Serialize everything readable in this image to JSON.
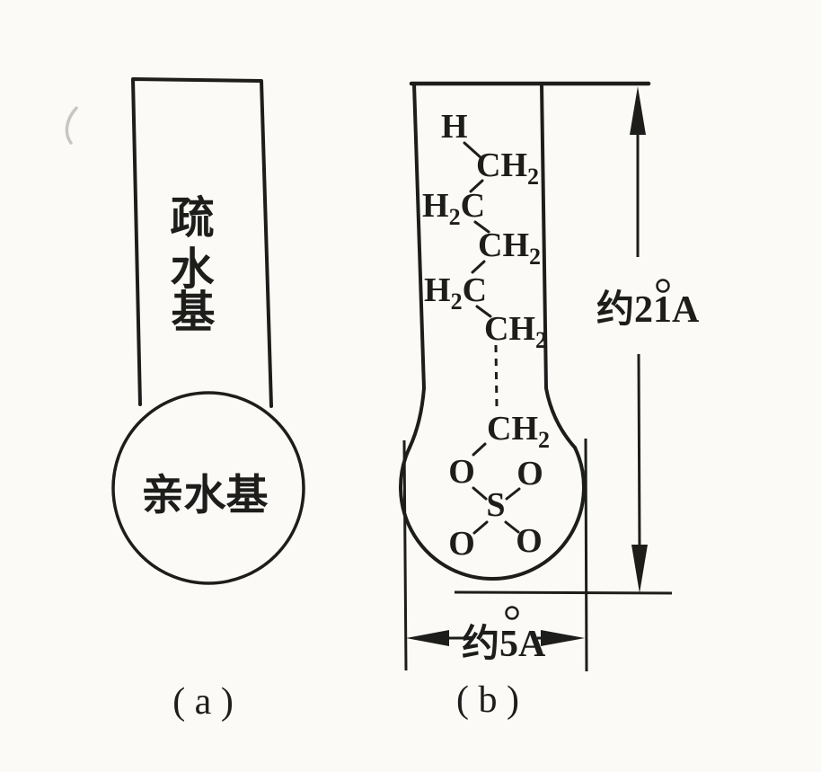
{
  "figure": {
    "captions": {
      "a": "( a )",
      "b": "( b )"
    },
    "panel_a": {
      "hydrophobic_chars": [
        "疏",
        "水",
        "基"
      ],
      "hydrophilic_label": "亲水基"
    },
    "panel_b": {
      "chain": [
        {
          "atom": "H"
        },
        {
          "main": "CH",
          "sub": "2"
        },
        {
          "pre": "H",
          "presub": "2",
          "main": "C"
        },
        {
          "main": "CH",
          "sub": "2"
        },
        {
          "pre": "H",
          "presub": "2",
          "main": "C"
        },
        {
          "main": "CH",
          "sub": "2"
        },
        {
          "main": "CH",
          "sub": "2"
        }
      ],
      "sulfate": {
        "sulfur": "S",
        "oxygen_top_left": "O",
        "oxygen_top_right": "O",
        "oxygen_bottom_left": "O",
        "oxygen_bottom_right": "O"
      },
      "dimensions": {
        "length": {
          "prefix": "约21",
          "unit_letter": "A"
        },
        "width": {
          "prefix": "约5",
          "unit_letter": "A"
        }
      }
    },
    "colors": {
      "ink": "#1d1d1b",
      "paper": "#fbfaf7"
    }
  }
}
